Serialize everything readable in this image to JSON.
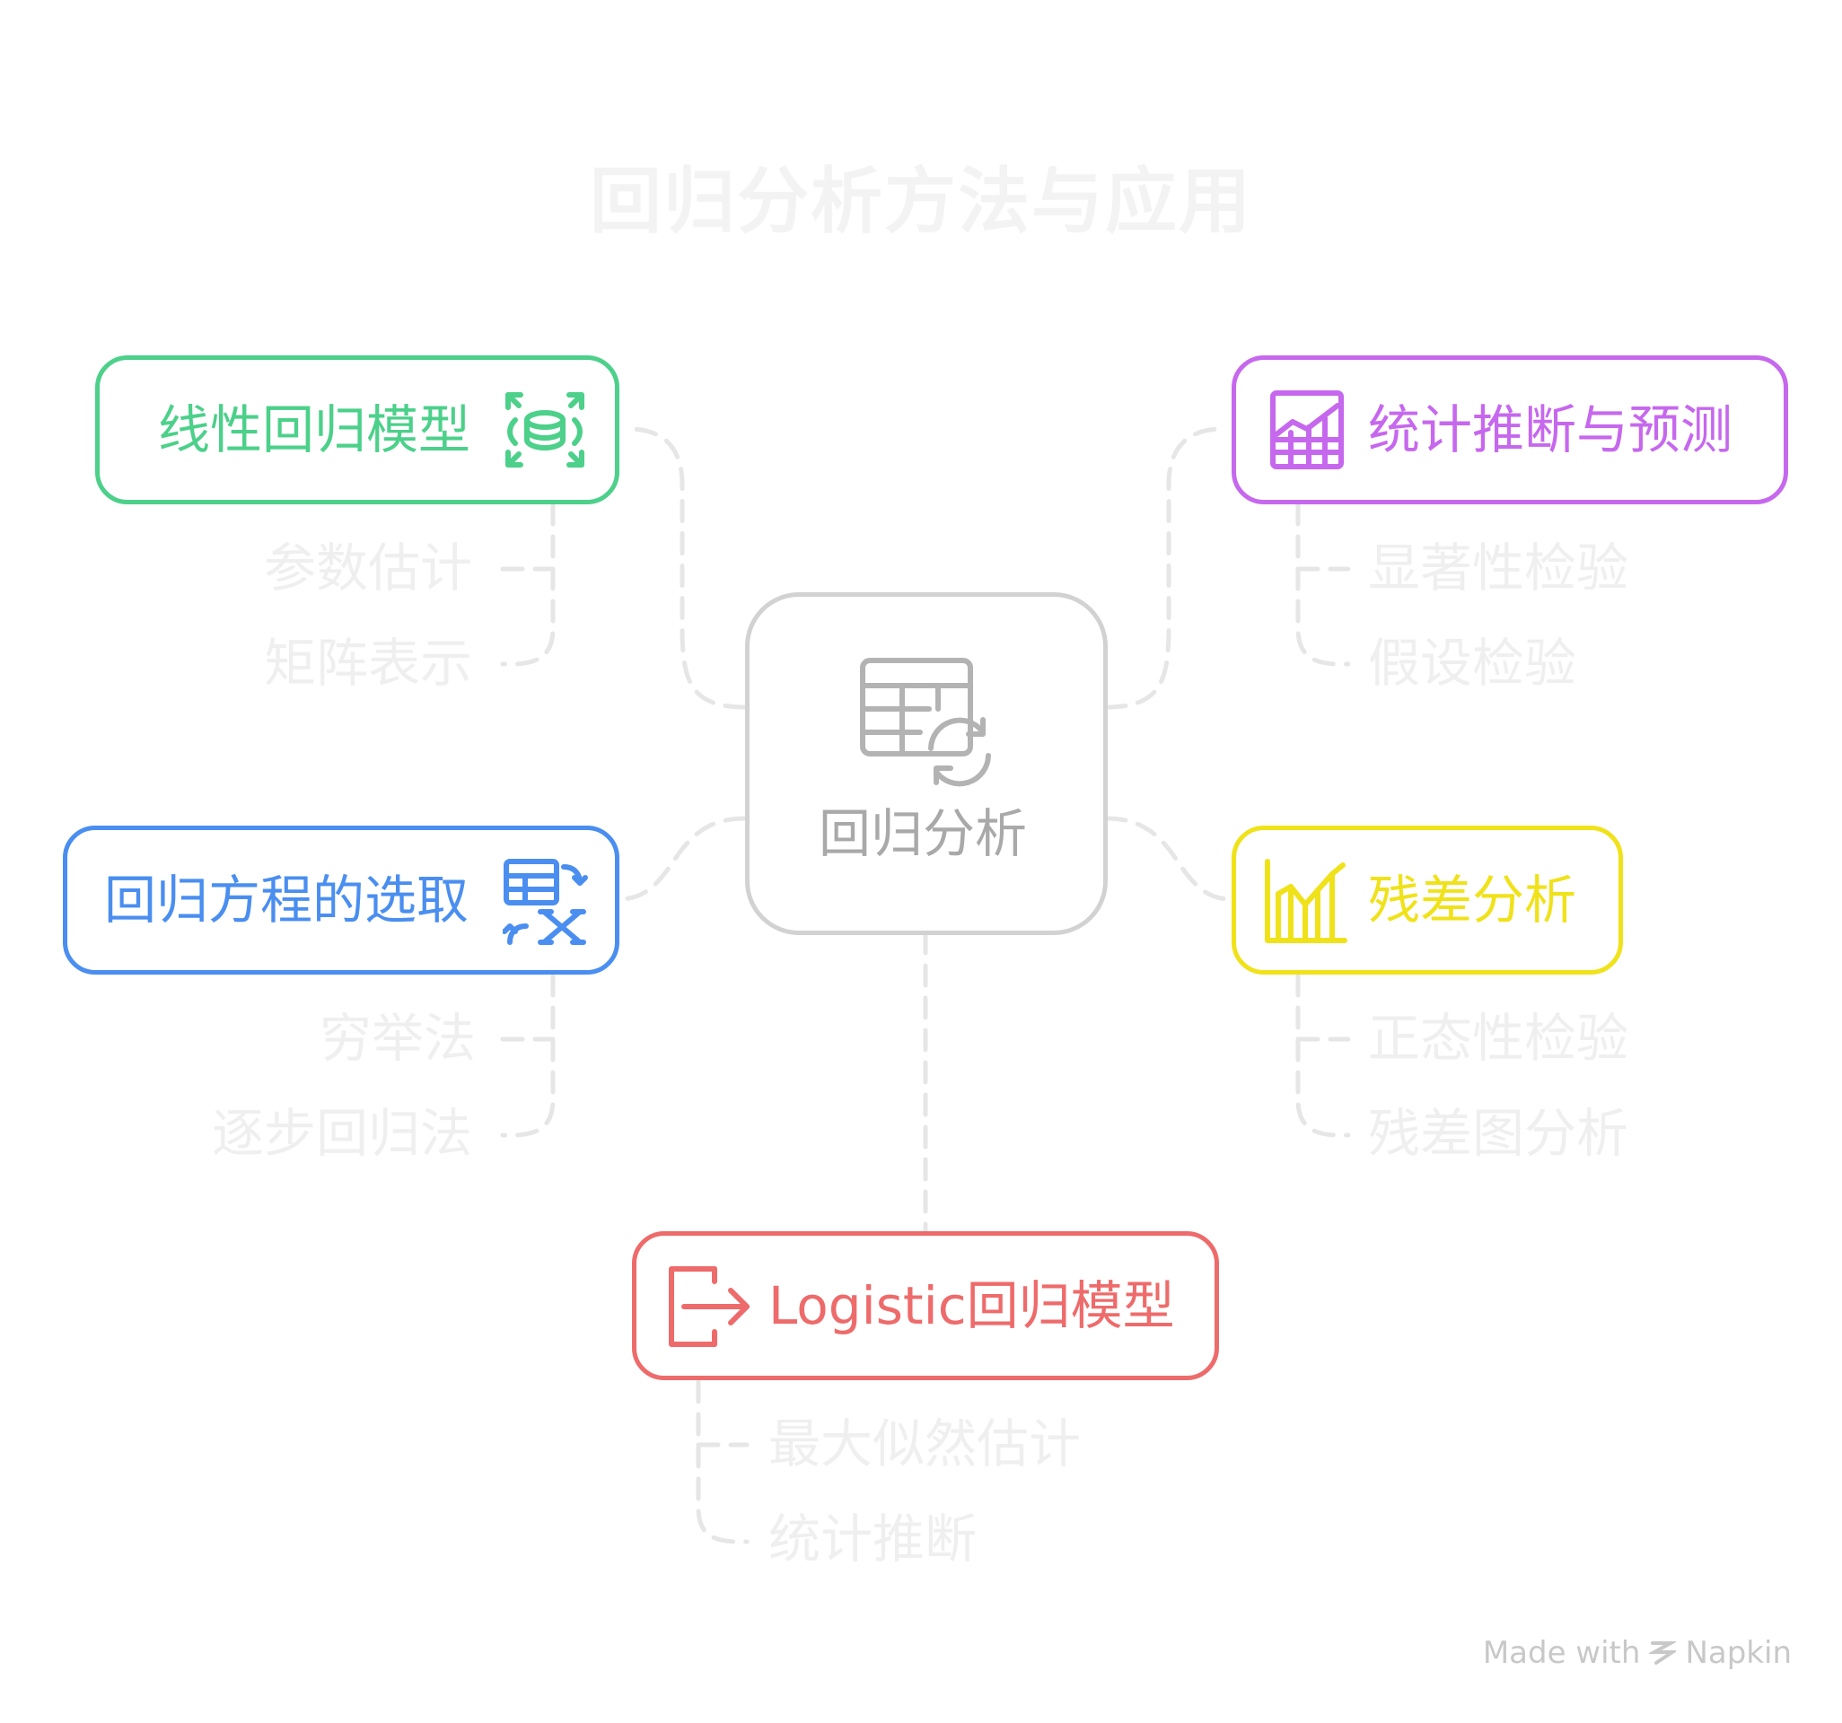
{
  "title": "回归分析方法与应用",
  "center": {
    "label": "回归分析",
    "icon": "table-refresh-icon"
  },
  "branches": {
    "linear": {
      "label": "线性回归模型",
      "icon": "database-expand-icon",
      "color": "#4cd08a",
      "items": [
        "参数估计",
        "矩阵表示"
      ]
    },
    "selection": {
      "label": "回归方程的选取",
      "icon": "table-swap-x-icon",
      "color": "#4a8ef0",
      "items": [
        "穷举法",
        "逐步回归法"
      ]
    },
    "logistic": {
      "label": "Logistic回归模型",
      "icon": "exit-arrow-icon",
      "color": "#ee6b6b",
      "items": [
        "最大似然估计",
        "统计推断"
      ]
    },
    "inference": {
      "label": "统计推断与预测",
      "icon": "chart-grid-icon",
      "color": "#c668ee",
      "items": [
        "显著性检验",
        "假设检验"
      ]
    },
    "residual": {
      "label": "残差分析",
      "icon": "bar-spikes-icon",
      "color": "#f0e21a",
      "items": [
        "正态性检验",
        "残差图分析"
      ]
    }
  },
  "footer": {
    "text": "Made with",
    "brand": "Napkin"
  }
}
